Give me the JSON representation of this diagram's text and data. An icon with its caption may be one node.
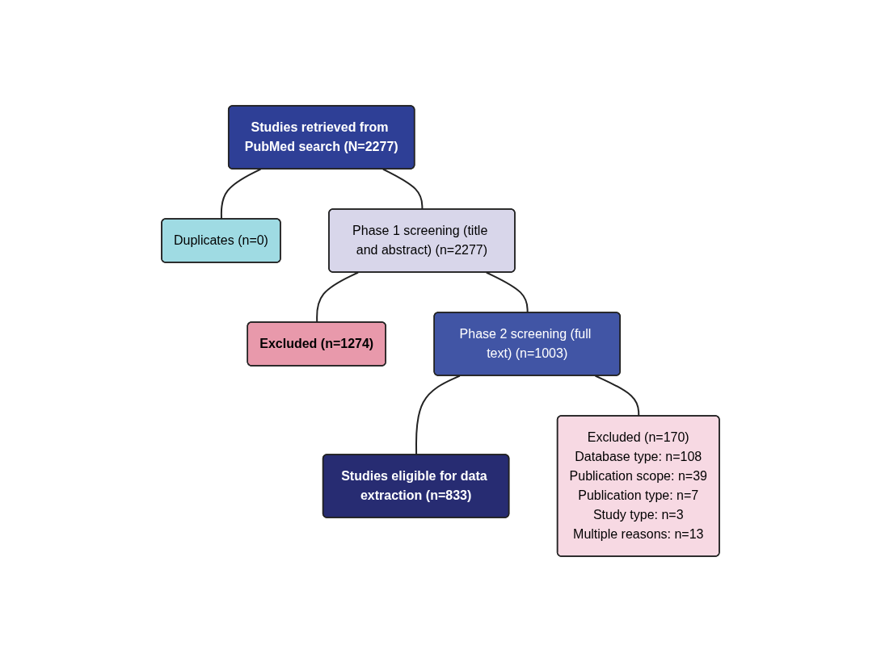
{
  "diagram": {
    "nodes": [
      {
        "text": [
          "Studies retrieved from PubMed search (N=2277)"
        ]
      },
      {
        "text": [
          "Duplicates (n=0)"
        ]
      },
      {
        "text": [
          "Phase 1 screening (title and abstract) (n=2277)"
        ]
      },
      {
        "text": [
          "Excluded (n=1274)"
        ]
      },
      {
        "text": [
          "Phase 2 screening (full text) (n=1003)"
        ]
      },
      {
        "text": [
          "Excluded (n=170)",
          "Database type:",
          "n=108",
          "Publication scope:",
          "n=39",
          "Publication type:",
          "n=7",
          "Study type:",
          "n=3",
          "Multiple reasons:",
          "n=13"
        ]
      },
      {
        "text": [
          "Studies eligible for data extraction (n=833)"
        ]
      }
    ],
    "edges": [
      {
        "from": 0,
        "to": 2,
        "arrow": "none"
      },
      {
        "from": 0,
        "to": 1,
        "arrow": "none"
      },
      {
        "from": 2,
        "to": 4,
        "arrow": "none"
      },
      {
        "from": 2,
        "to": 3,
        "arrow": "none"
      },
      {
        "from": 4,
        "to": 6,
        "arrow": "none"
      },
      {
        "from": 4,
        "to": 5,
        "arrow": "none"
      }
    ]
  }
}
